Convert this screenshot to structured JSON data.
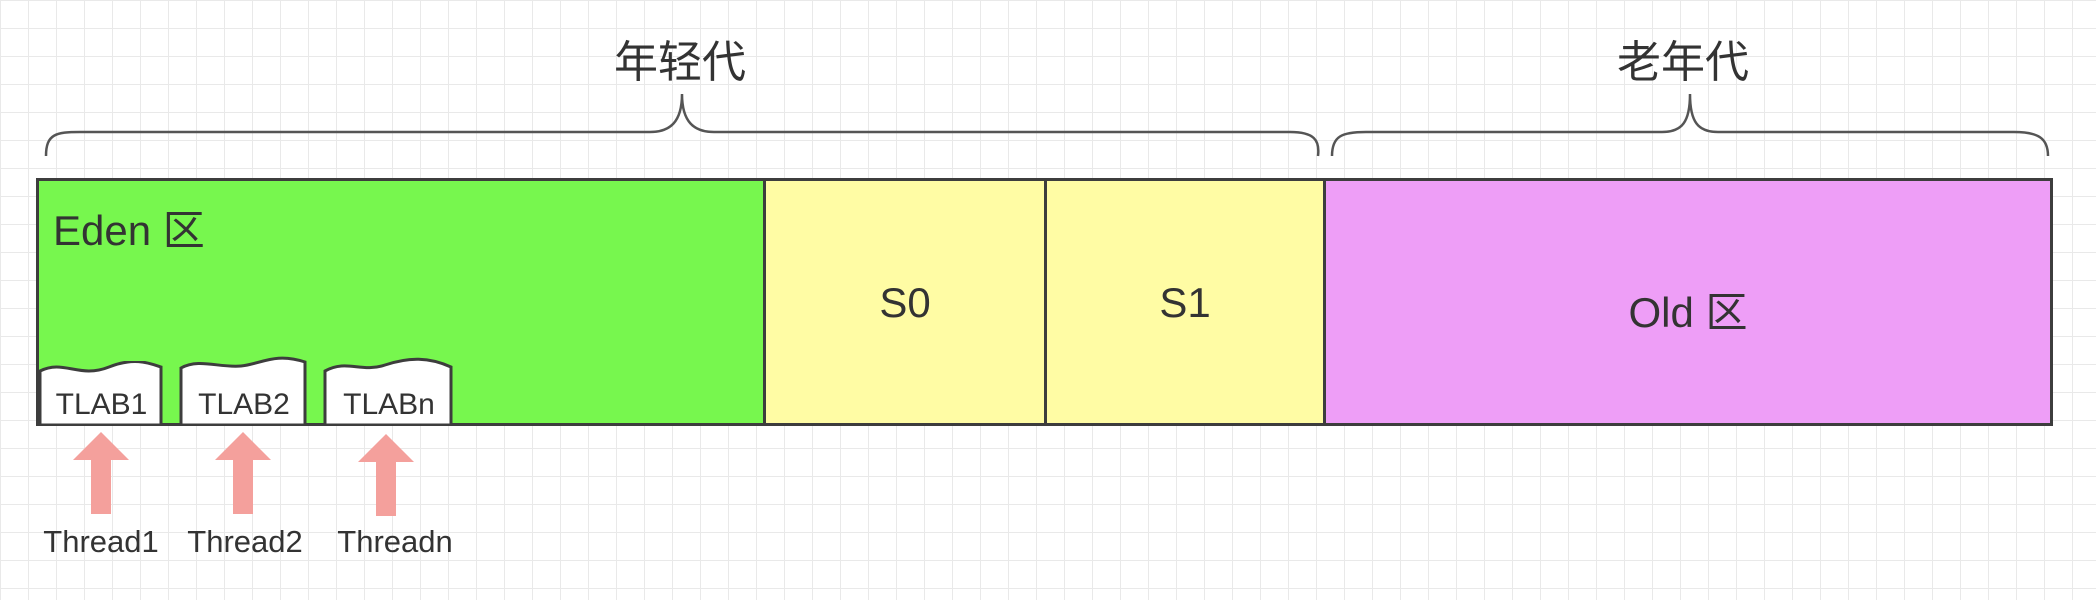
{
  "diagram": {
    "young_generation": {
      "label": "年轻代"
    },
    "old_generation": {
      "label": "老年代"
    },
    "regions": {
      "eden": {
        "label": "Eden 区",
        "color": "#77F74E"
      },
      "s0": {
        "label": "S0",
        "color": "#FFFCA4"
      },
      "s1": {
        "label": "S1",
        "color": "#FFFCA4"
      },
      "old": {
        "label": "Old 区",
        "color": "#EE9EF7"
      }
    },
    "tlabs": [
      {
        "label": "TLAB1",
        "thread": "Thread1"
      },
      {
        "label": "TLAB2",
        "thread": "Thread2"
      },
      {
        "label": "TLABn",
        "thread": "Threadn"
      }
    ],
    "arrow_color": "#F4A09C",
    "border_color": "#3D3D3D"
  }
}
